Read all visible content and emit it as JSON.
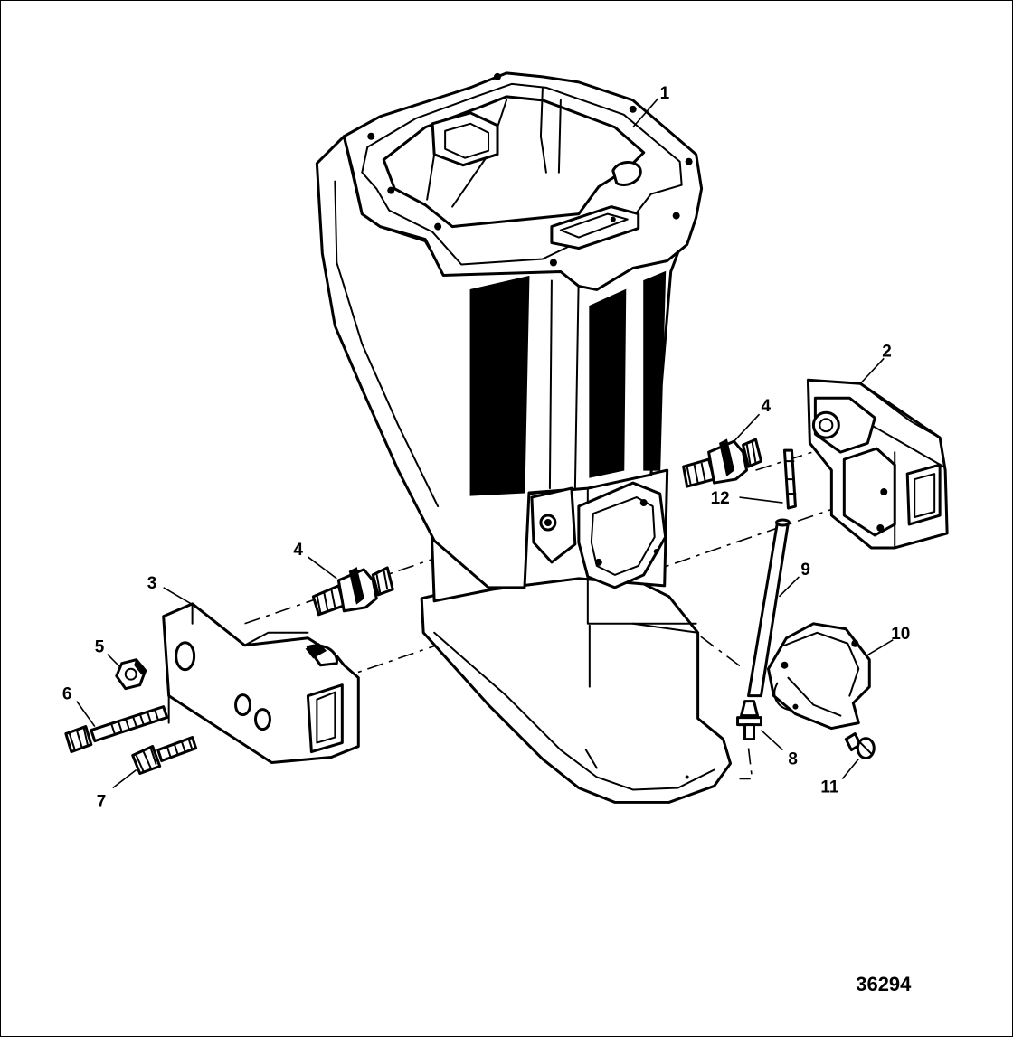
{
  "figure": {
    "figure_number": "36294"
  },
  "callouts": [
    {
      "id": "callout-1",
      "label": "1",
      "part": "driveshaft-housing"
    },
    {
      "id": "callout-2",
      "label": "2",
      "part": "upper-mount-bracket"
    },
    {
      "id": "callout-3",
      "label": "3",
      "part": "lower-mount-bracket"
    },
    {
      "id": "callout-4a",
      "label": "4",
      "part": "rubber-mount-upper"
    },
    {
      "id": "callout-4b",
      "label": "4",
      "part": "rubber-mount-lower"
    },
    {
      "id": "callout-5",
      "label": "5",
      "part": "nut"
    },
    {
      "id": "callout-6",
      "label": "6",
      "part": "screw-long"
    },
    {
      "id": "callout-7",
      "label": "7",
      "part": "screw-short"
    },
    {
      "id": "callout-8",
      "label": "8",
      "part": "fitting"
    },
    {
      "id": "callout-9",
      "label": "9",
      "part": "hose"
    },
    {
      "id": "callout-10",
      "label": "10",
      "part": "cover"
    },
    {
      "id": "callout-11",
      "label": "11",
      "part": "cover-screw"
    },
    {
      "id": "callout-12",
      "label": "12",
      "part": "tube"
    }
  ]
}
